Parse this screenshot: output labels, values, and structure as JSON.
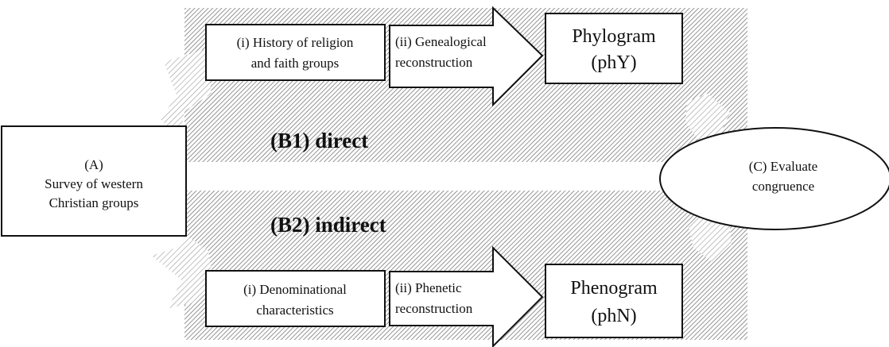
{
  "diagram": {
    "survey": {
      "line1": "(A)",
      "line2": "Survey of western",
      "line3": "Christian groups"
    },
    "direct": {
      "band_label": "(B1) direct",
      "step1_line1": "(i) History of religion",
      "step1_line2": "and faith groups",
      "step2_line1": "(ii) Genealogical",
      "step2_line2": "reconstruction",
      "result_line1": "Phylogram",
      "result_line2": "(phY)"
    },
    "indirect": {
      "band_label": "(B2) indirect",
      "step1_line1": "(i) Denominational",
      "step1_line2": "characteristics",
      "step2_line1": "(ii) Phenetic",
      "step2_line2": "reconstruction",
      "result_line1": "Phenogram",
      "result_line2": "(phN)"
    },
    "evaluate": {
      "line1": "(C) Evaluate",
      "line2": "congruence"
    }
  },
  "colors": {
    "hatch_line": "#7a7a7a",
    "outline": "#111111",
    "box_fill": "#ffffff"
  }
}
